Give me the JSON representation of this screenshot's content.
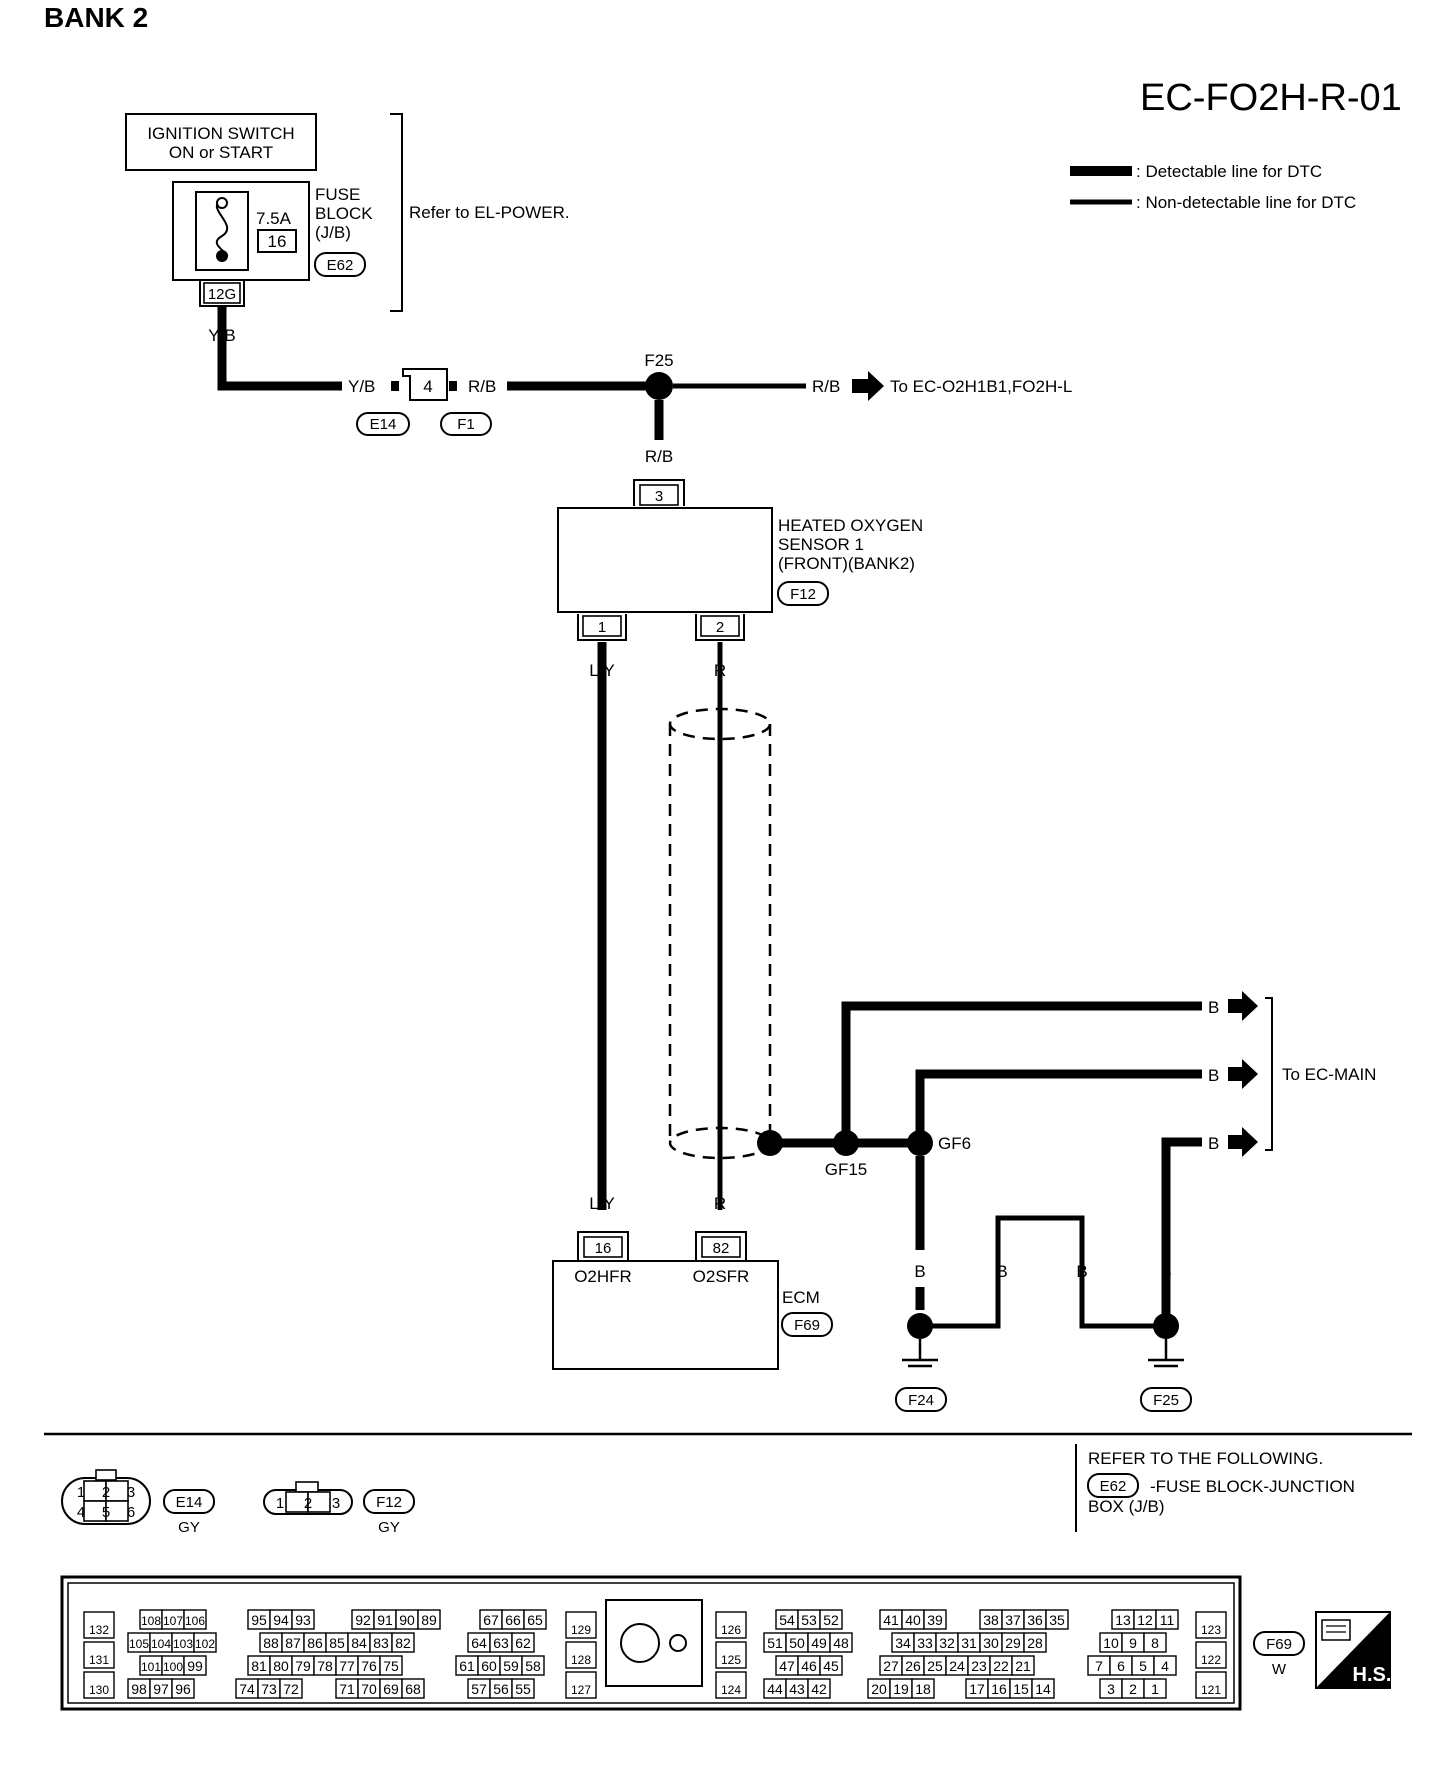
{
  "header": {
    "bank": "BANK 2",
    "diagram_id": "EC-FO2H-R-01"
  },
  "legend": {
    "detectable": ": Detectable line for DTC",
    "non_detectable": ": Non-detectable line for DTC"
  },
  "ignition": {
    "line1": "IGNITION SWITCH",
    "line2": "ON or START"
  },
  "fuse": {
    "rating": "7.5A",
    "number": "16",
    "label1": "FUSE",
    "label2": "BLOCK",
    "label3": "(J/B)",
    "connector": "E62",
    "terminal": "12G",
    "refer": "Refer to EL-POWER."
  },
  "wires": {
    "yb": "Y/B",
    "rb": "R/B",
    "ly": "L/Y",
    "r": "R",
    "b": "B"
  },
  "connectors": {
    "e14": "E14",
    "f1": "F1",
    "e14_f1_pin": "4",
    "f25": "F25",
    "f24": "F24",
    "f12": "F12",
    "f69": "F69"
  },
  "to_links": {
    "o2h": "To EC-O2H1B1,FO2H-L",
    "main": "To EC-MAIN"
  },
  "sensor": {
    "line1": "HEATED OXYGEN",
    "line2": "SENSOR 1",
    "line3": "(FRONT)(BANK2)",
    "pin_top": "3",
    "pin_l": "1",
    "pin_r": "2"
  },
  "ecm": {
    "label": "ECM",
    "pin_l": "16",
    "pin_r": "82",
    "name_l": "O2HFR",
    "name_r": "O2SFR"
  },
  "grounds": {
    "gf15": "GF15",
    "gf6": "GF6"
  },
  "bottom": {
    "e14_pins_top": [
      "1",
      "2",
      "3"
    ],
    "e14_pins_bot": [
      "4",
      "5",
      "6"
    ],
    "e14_color": "GY",
    "f12_pins": [
      "1",
      "2",
      "3"
    ],
    "f12_color": "GY",
    "refer_title": "REFER TO THE FOLLOWING.",
    "refer_conn": "E62",
    "refer_item1": "-FUSE BLOCK-JUNCTION",
    "refer_item2": "BOX (J/B)",
    "f69_color": "W",
    "hs": "H.S."
  },
  "ecm_connector": {
    "left_col": [
      "132",
      "131",
      "130"
    ],
    "g1": [
      [
        "108",
        "107",
        "106"
      ],
      [
        "105",
        "104",
        "103",
        "102"
      ],
      [
        "101",
        "100",
        "99"
      ],
      [
        "98",
        "97",
        "96"
      ]
    ],
    "g2": [
      [
        "95",
        "94",
        "93"
      ],
      [
        "88",
        "87",
        "86",
        "85",
        "84",
        "83",
        "82"
      ],
      [
        "81",
        "80",
        "79",
        "78",
        "77",
        "76",
        "75"
      ],
      [
        "74",
        "73",
        "72"
      ]
    ],
    "g2b": [
      [
        "92",
        "91",
        "90",
        "89"
      ],
      [
        "71",
        "70",
        "69",
        "68"
      ]
    ],
    "g3": [
      [
        "67",
        "66",
        "65"
      ],
      [
        "64",
        "63",
        "62"
      ],
      [
        "61",
        "60",
        "59",
        "58"
      ],
      [
        "57",
        "56",
        "55"
      ]
    ],
    "col_a": [
      "129",
      "128",
      "127"
    ],
    "col_b": [
      "126",
      "125",
      "124"
    ],
    "g4": [
      [
        "54",
        "53",
        "52"
      ],
      [
        "51",
        "50",
        "49",
        "48"
      ],
      [
        "47",
        "46",
        "45"
      ],
      [
        "44",
        "43",
        "42"
      ]
    ],
    "g5": [
      [
        "41",
        "40",
        "39"
      ],
      [
        "34",
        "33",
        "32",
        "31",
        "30",
        "29",
        "28"
      ],
      [
        "27",
        "26",
        "25",
        "24",
        "23",
        "22",
        "21"
      ],
      [
        "20",
        "19",
        "18"
      ]
    ],
    "g5b": [
      [
        "38",
        "37",
        "36",
        "35"
      ],
      [
        "17",
        "16",
        "15",
        "14"
      ]
    ],
    "g6": [
      [
        "13",
        "12",
        "11"
      ],
      [
        "10",
        "9",
        "8"
      ],
      [
        "7",
        "6",
        "5",
        "4"
      ],
      [
        "3",
        "2",
        "1"
      ]
    ],
    "col_c": [
      "123",
      "122",
      "121"
    ]
  }
}
